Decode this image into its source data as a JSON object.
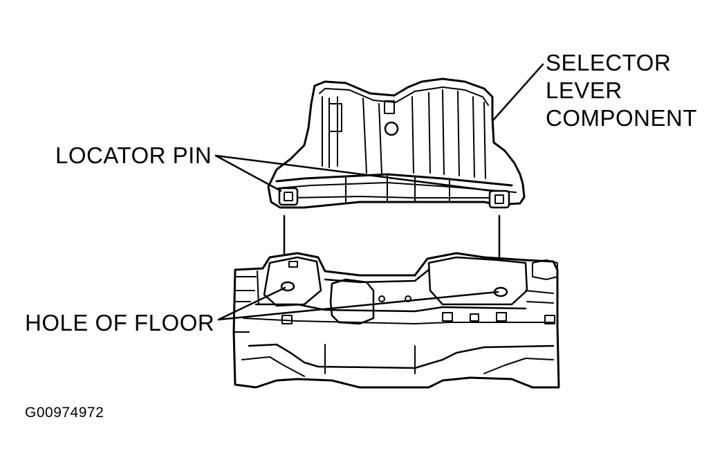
{
  "labels": {
    "selector_line1": "SELECTOR",
    "selector_line2": "LEVER",
    "selector_line3": "COMPONENT",
    "locator_pin": "LOCATOR PIN",
    "hole_of_floor": "HOLE OF FLOOR",
    "figure_code": "G00974972"
  }
}
